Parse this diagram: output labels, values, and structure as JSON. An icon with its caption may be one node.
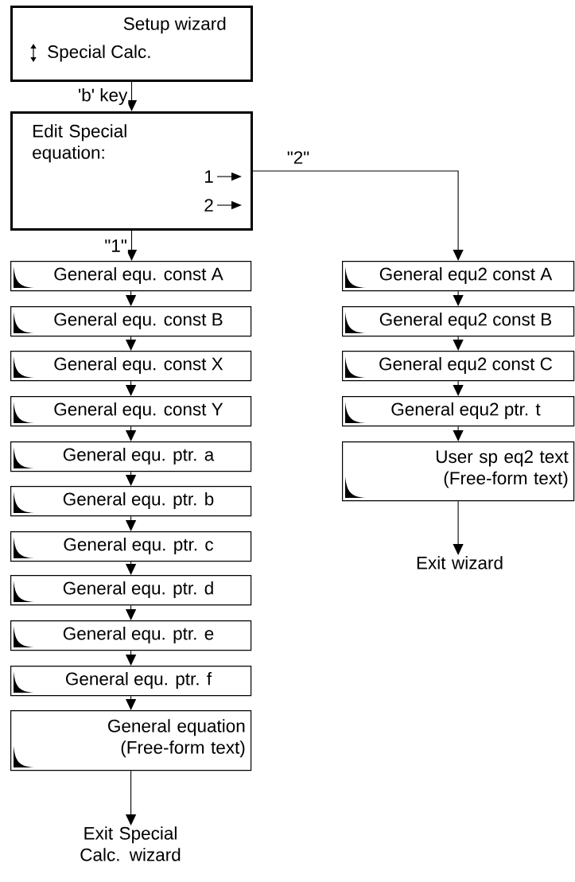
{
  "diagram": {
    "nodes": [
      {
        "text": [
          "Setup wizard",
          "Special Calc."
        ]
      },
      {
        "text": [
          "Edit Special equation:",
          "1",
          "2"
        ]
      },
      {
        "text": [
          "General equ. const A"
        ]
      },
      {
        "text": [
          "General equ. const B"
        ]
      },
      {
        "text": [
          "General equ. const X"
        ]
      },
      {
        "text": [
          "General equ. const Y"
        ]
      },
      {
        "text": [
          "General equ. ptr. a"
        ]
      },
      {
        "text": [
          "General equ. ptr. b"
        ]
      },
      {
        "text": [
          "General equ. ptr. c"
        ]
      },
      {
        "text": [
          "General equ. ptr. d"
        ]
      },
      {
        "text": [
          "General equ. ptr. e"
        ]
      },
      {
        "text": [
          "General equ. ptr. f"
        ]
      },
      {
        "text": [
          "General equation (Free-form text)"
        ]
      },
      {
        "text": [
          "Exit Special Calc. wizard"
        ]
      },
      {
        "text": [
          "General equ2 const A"
        ]
      },
      {
        "text": [
          "General equ2 const B"
        ]
      },
      {
        "text": [
          "General equ2 const C"
        ]
      },
      {
        "text": [
          "General equ2 ptr. t"
        ]
      },
      {
        "text": [
          "User sp eq2 text (Free-form text)"
        ]
      },
      {
        "text": [
          "Exit wizard"
        ]
      }
    ],
    "edges": [
      {
        "from": 0,
        "to": 1,
        "arrow": "to",
        "label": "'b' key"
      },
      {
        "from": 1,
        "to": 2,
        "arrow": "to",
        "label": "\"1\""
      },
      {
        "from": 1,
        "to": 14,
        "arrow": "to",
        "label": "\"2\""
      },
      {
        "from": 2,
        "to": 3,
        "arrow": "to"
      },
      {
        "from": 3,
        "to": 4,
        "arrow": "to"
      },
      {
        "from": 4,
        "to": 5,
        "arrow": "to"
      },
      {
        "from": 5,
        "to": 6,
        "arrow": "to"
      },
      {
        "from": 6,
        "to": 7,
        "arrow": "to"
      },
      {
        "from": 7,
        "to": 8,
        "arrow": "to"
      },
      {
        "from": 8,
        "to": 9,
        "arrow": "to"
      },
      {
        "from": 9,
        "to": 10,
        "arrow": "to"
      },
      {
        "from": 10,
        "to": 11,
        "arrow": "to"
      },
      {
        "from": 11,
        "to": 12,
        "arrow": "to"
      },
      {
        "from": 12,
        "to": 13,
        "arrow": "to"
      },
      {
        "from": 14,
        "to": 15,
        "arrow": "to"
      },
      {
        "from": 15,
        "to": 16,
        "arrow": "to"
      },
      {
        "from": 16,
        "to": 17,
        "arrow": "to"
      },
      {
        "from": 17,
        "to": 18,
        "arrow": "to"
      },
      {
        "from": 18,
        "to": 19,
        "arrow": "to"
      }
    ]
  }
}
